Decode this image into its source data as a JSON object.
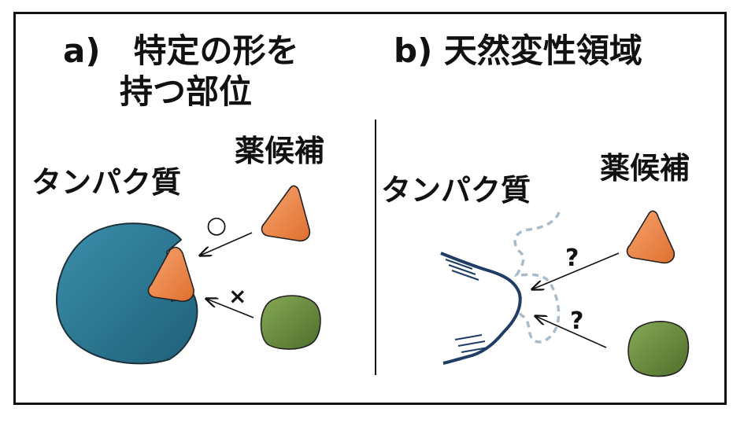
{
  "panel_a": {
    "title_line1": "a)　特定の形を",
    "title_line2": "持つ部位",
    "protein_label": "タンパク質",
    "drug_label": "薬候補",
    "fit_mark": "○",
    "nofit_mark": "×"
  },
  "panel_b": {
    "title": "b) 天然変性領域",
    "protein_label": "タンパク質",
    "drug_label": "薬候補",
    "question_mark_1": "?",
    "question_mark_2": "?"
  },
  "colors": {
    "protein_fill": "#2f7f9a",
    "drug_orange": "#f08a4b",
    "drug_green": "#6a8f3a",
    "chain_dark": "#1f3d66",
    "chain_light": "#a9bccb"
  }
}
